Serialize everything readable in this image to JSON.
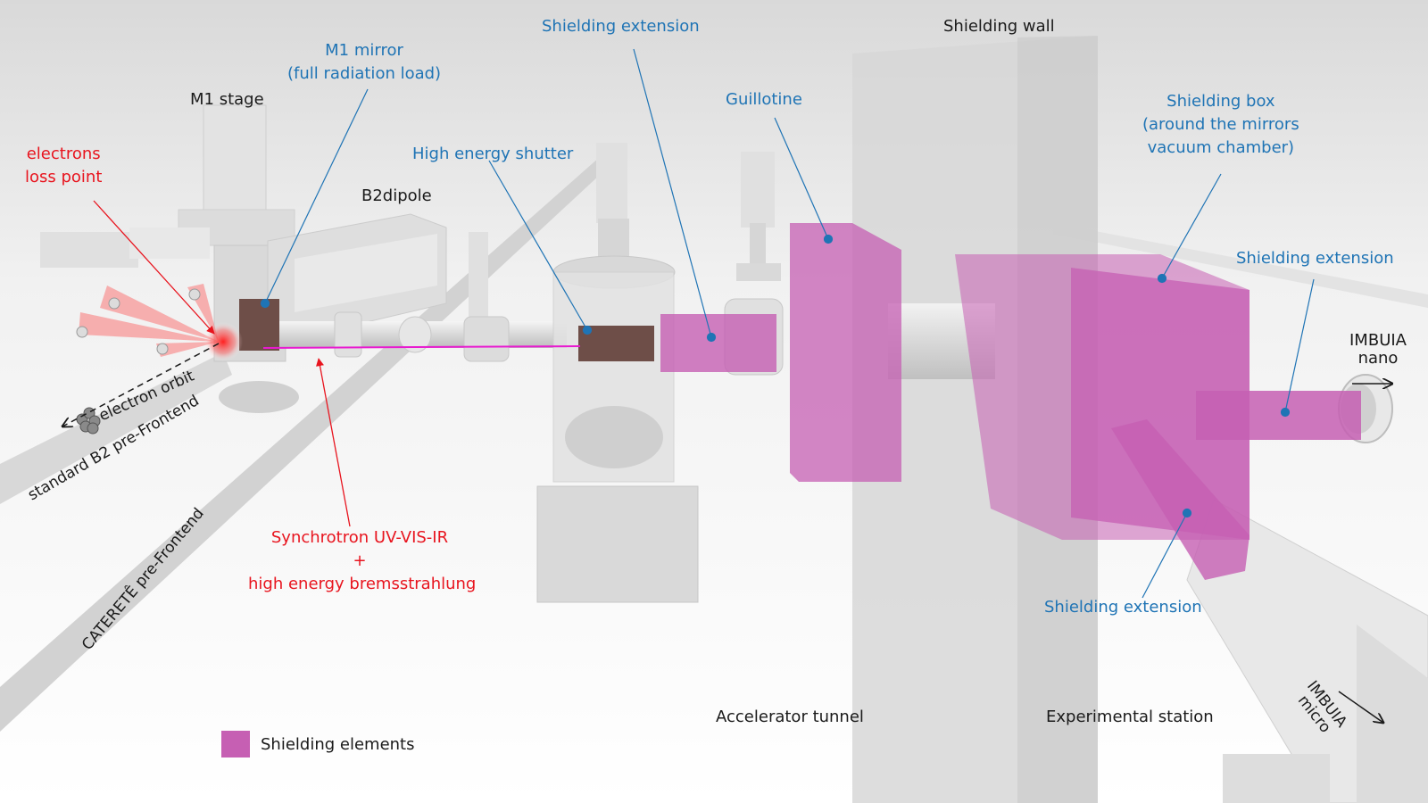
{
  "colors": {
    "shielding": "#c65fb3",
    "label_blue": "#1f74b5",
    "label_red": "#e8141e",
    "label_black": "#1a1a1a",
    "component": "#6e4e48",
    "beam": "#e81ad0"
  },
  "labels": {
    "m1_mirror": "M1 mirror\n(full radiation load)",
    "m1_stage": "M1 stage",
    "electrons_loss": "electrons\nloss point",
    "b2dipole": "B2dipole",
    "high_energy_shutter": "High energy shutter",
    "shielding_extension_top": "Shielding extension",
    "guillotine": "Guillotine",
    "shielding_wall": "Shielding wall",
    "shielding_box": "Shielding box\n(around the mirrors\nvacuum chamber)",
    "shielding_extension_right": "Shielding extension",
    "shielding_extension_bottom": "Shielding extension",
    "imbuia_nano": "IMBUIA\nnano",
    "imbuia_micro": "IMBUIA\nmicro",
    "synchrotron": "Synchrotron UV-VIS-IR\n+\nhigh energy bremsstrahlung",
    "electron_orbit": "electron orbit",
    "standard_b2": "standard B2 pre-Frontend",
    "caterete": "CATERETÊ pre-Frontend",
    "accelerator_tunnel": "Accelerator tunnel",
    "experimental_station": "Experimental station"
  },
  "legend": {
    "label": "Shielding elements"
  }
}
